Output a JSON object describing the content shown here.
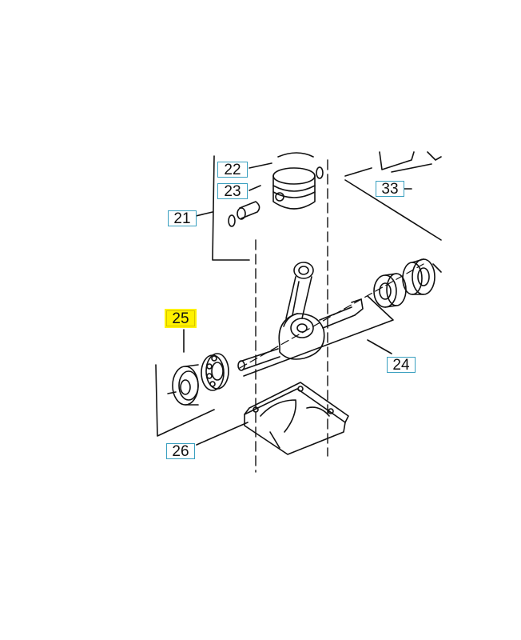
{
  "callouts": [
    {
      "label": "22",
      "highlighted": false
    },
    {
      "label": "23",
      "highlighted": false
    },
    {
      "label": "21",
      "highlighted": false
    },
    {
      "label": "33",
      "highlighted": false
    },
    {
      "label": "25",
      "highlighted": true
    },
    {
      "label": "24",
      "highlighted": false
    },
    {
      "label": "26",
      "highlighted": false
    }
  ],
  "colors": {
    "ink": "#111111",
    "callout_border": "#3aa0c0",
    "highlight": "#fff200",
    "background": "#ffffff"
  }
}
